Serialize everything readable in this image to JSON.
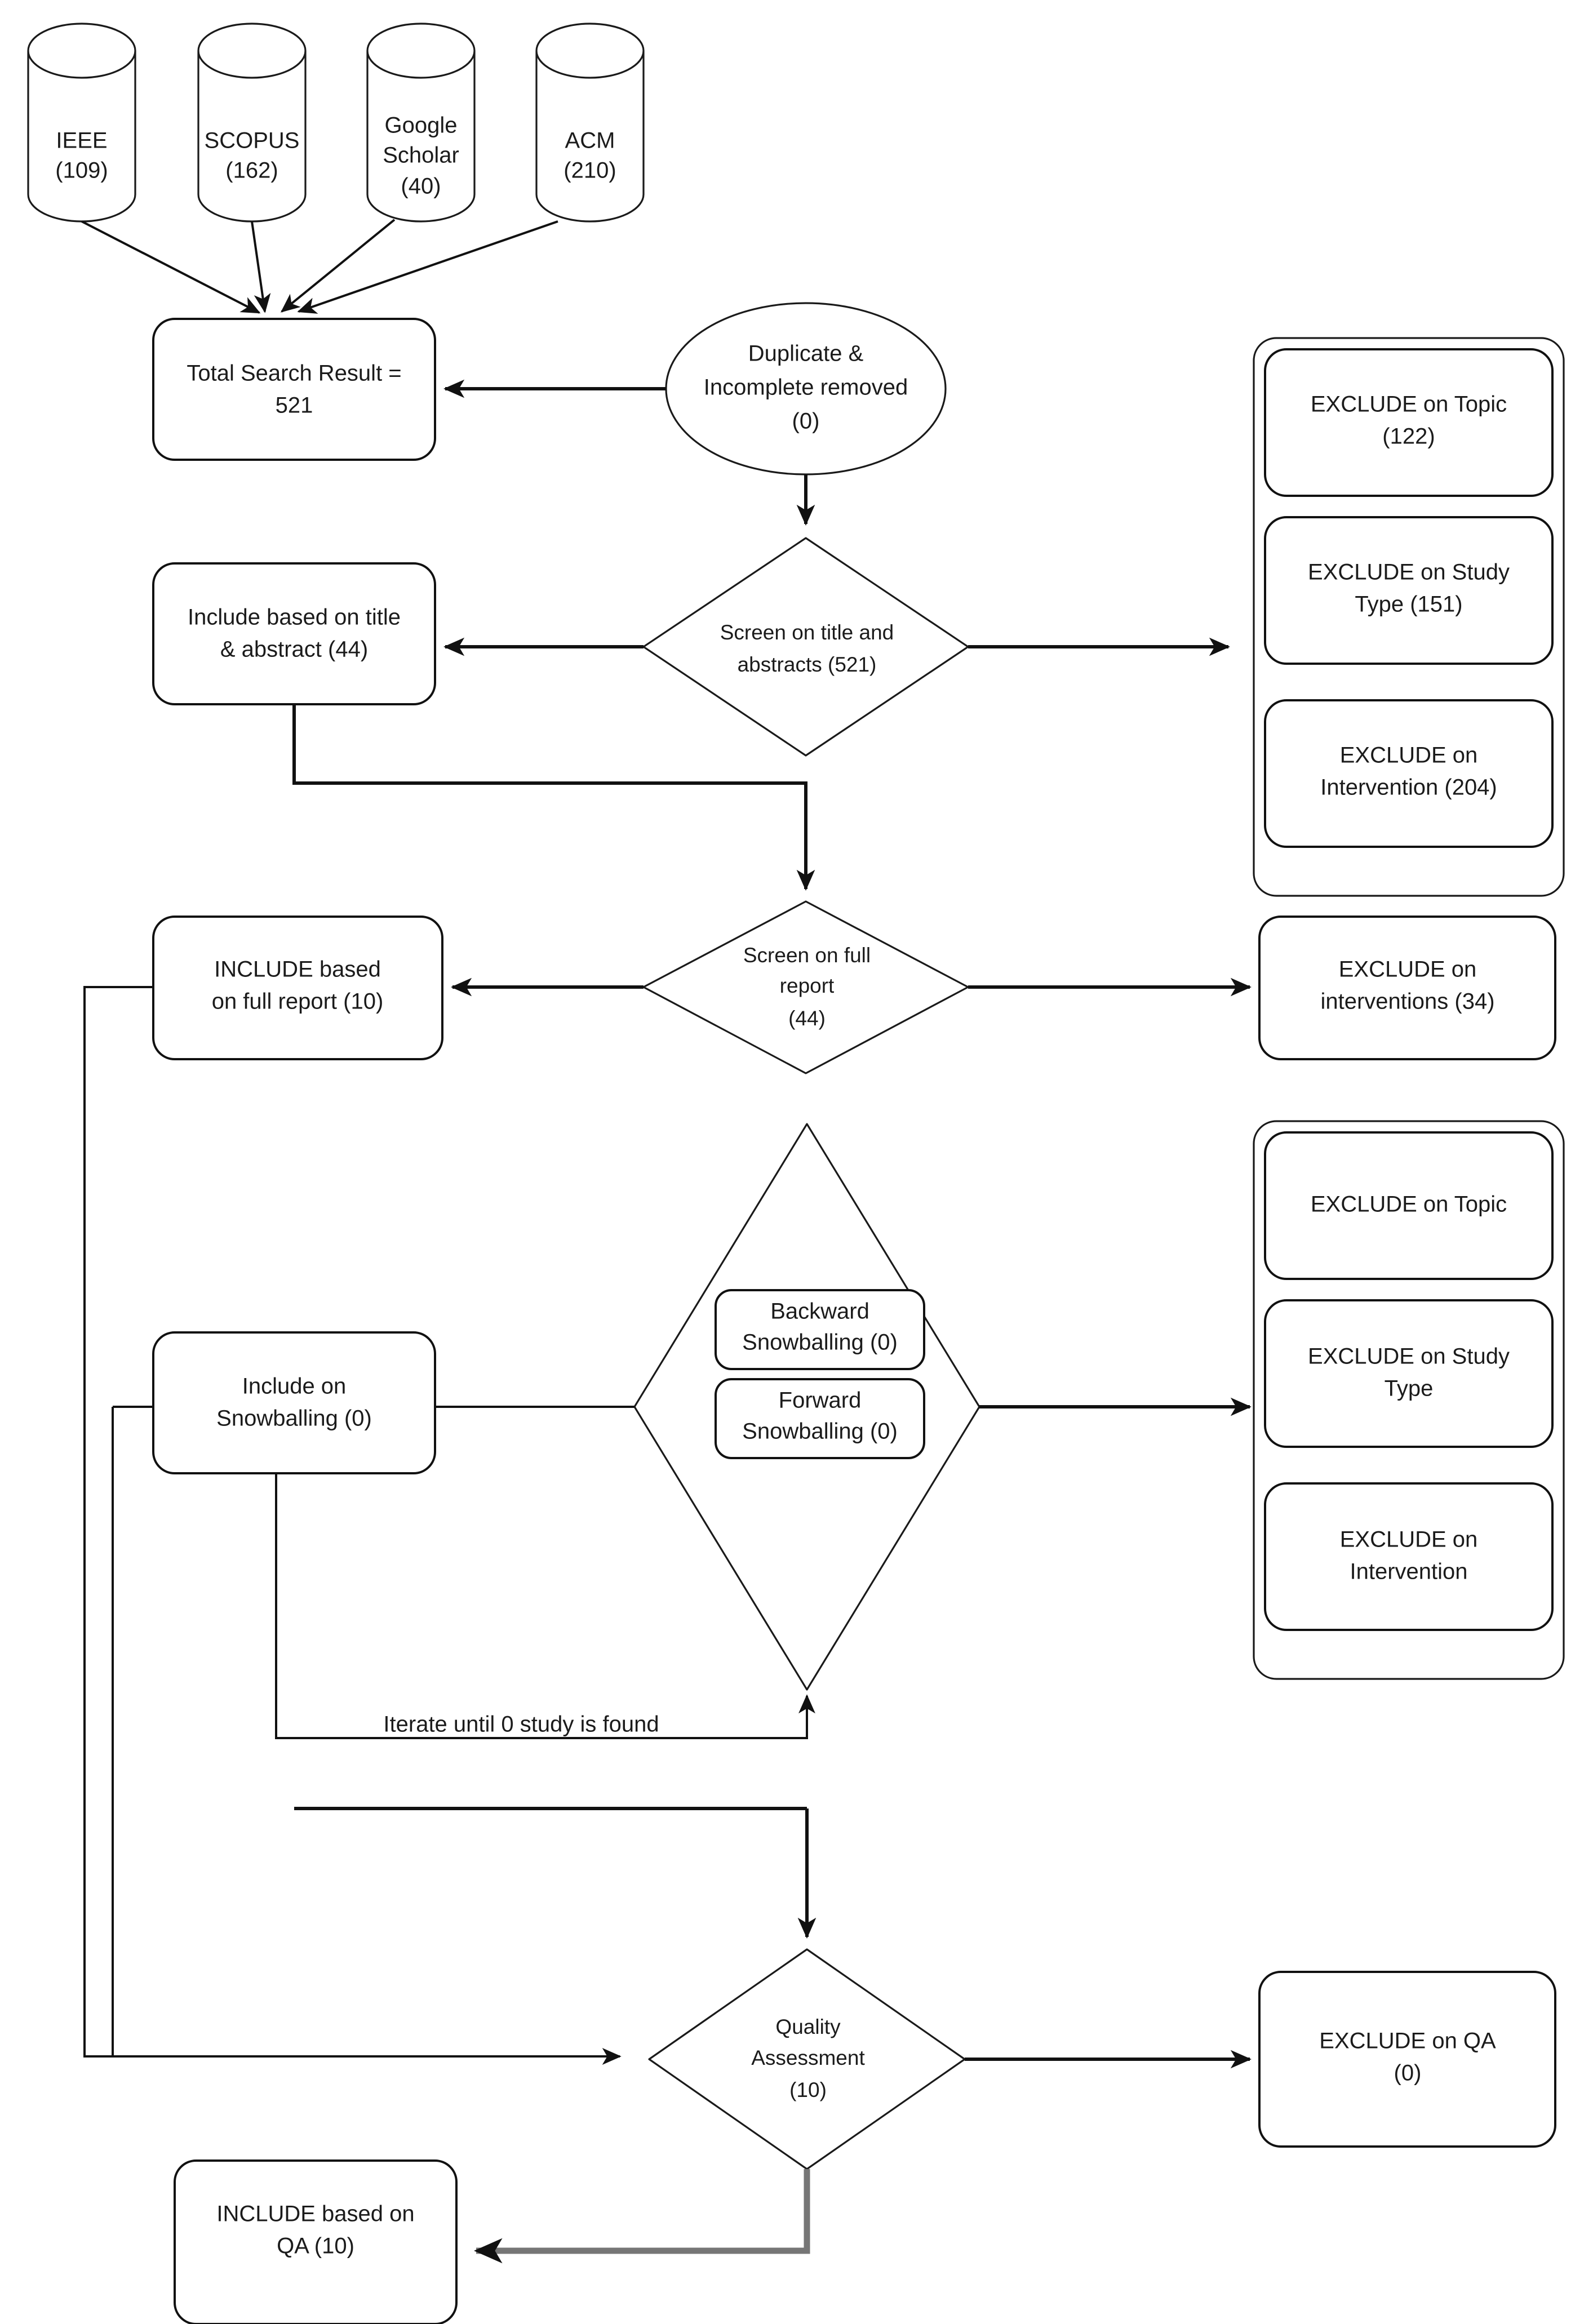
{
  "diagram": {
    "title": "Systematic literature review study selection flow",
    "colors": {
      "stroke": "#111111",
      "background": "#ffffff",
      "text": "#1b1b1b",
      "gray_arrow": "#767676"
    }
  },
  "sources": [
    {
      "name": "IEEE",
      "count": "(109)",
      "line1": "IEEE",
      "line2": "(109)"
    },
    {
      "name": "SCOPUS",
      "count": "(162)",
      "line1": "SCOPUS",
      "line2": "(162)"
    },
    {
      "name": "Google Scholar",
      "count": "(40)",
      "line1": "Google",
      "line2": "Scholar",
      "line3": "(40)"
    },
    {
      "name": "ACM",
      "count": "(210)",
      "line1": "ACM",
      "line2": "(210)"
    }
  ],
  "nodes": {
    "total_search": {
      "line1": "Total Search Result =",
      "line2": "521"
    },
    "duplicate_removed": {
      "line1": "Duplicate &",
      "line2": "Incomplete removed",
      "line3": "(0)"
    },
    "screen_title_abstract": {
      "line1": "Screen on title and",
      "line2": "abstracts (521)"
    },
    "include_title_abstract": {
      "line1": "Include based on title",
      "line2": "& abstract (44)"
    },
    "screen_full_report": {
      "line1": "Screen on full",
      "line2": "report",
      "line3": "(44)"
    },
    "include_full_report": {
      "line1": "INCLUDE based",
      "line2": "on full report (10)"
    },
    "exclude_interventions_full": {
      "line1": "EXCLUDE on",
      "line2": "interventions (34)"
    },
    "snowballing_diamond": {
      "backward": {
        "line1": "Backward",
        "line2": "Snowballing (0)"
      },
      "forward": {
        "line1": "Forward",
        "line2": "Snowballing (0)"
      }
    },
    "include_snowballing": {
      "line1": "Include on",
      "line2": "Snowballing (0)"
    },
    "quality_assessment": {
      "line1": "Quality",
      "line2": "Assessment",
      "line3": "(10)"
    },
    "exclude_qa": {
      "line1": "EXCLUDE on  QA",
      "line2": "(0)"
    },
    "include_qa": {
      "line1": "INCLUDE based on",
      "line2": "QA (10)"
    }
  },
  "exclude_group_screening": [
    {
      "line1": "EXCLUDE on Topic",
      "line2": "(122)"
    },
    {
      "line1": "EXCLUDE on Study",
      "line2": "Type (151)"
    },
    {
      "line1": "EXCLUDE on",
      "line2": "Intervention (204)"
    }
  ],
  "exclude_group_snowballing": [
    {
      "line1": "EXCLUDE on Topic",
      "line2": ""
    },
    {
      "line1": "EXCLUDE on Study",
      "line2": "Type"
    },
    {
      "line1": "EXCLUDE on",
      "line2": "Intervention"
    }
  ],
  "edge_labels": {
    "iterate": "Iterate until 0 study is found"
  }
}
